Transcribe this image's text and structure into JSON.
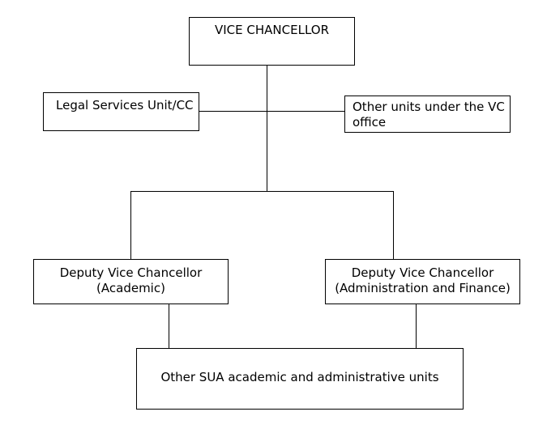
{
  "nodes": {
    "vc": {
      "label": "VICE CHANCELLOR"
    },
    "legal": {
      "label": "Legal Services Unit/CC"
    },
    "other_vc": {
      "line1": "Other units under  the VC",
      "line2": "office"
    },
    "dvc_academic": {
      "line1": "Deputy Vice Chancellor",
      "line2": "(Academic)"
    },
    "dvc_admin": {
      "line1": "Deputy Vice Chancellor",
      "line2": "(Administration and Finance)"
    },
    "other_sua": {
      "label": "Other SUA academic and administrative units"
    }
  },
  "colors": {
    "line": "#000000",
    "box_border": "#000000",
    "background": "#ffffff"
  }
}
